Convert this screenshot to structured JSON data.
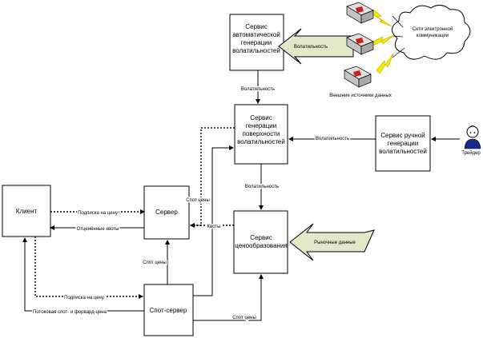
{
  "boxes": {
    "client": "Клиент",
    "server": "Сервер",
    "spot_server": "Спот-сервер",
    "auto_vol": [
      "Сервис",
      "автоматической",
      "генерации",
      "волатильностей"
    ],
    "surface": [
      "Сервис",
      "генерации",
      "поверхности",
      "волатильностей"
    ],
    "manual_vol": [
      "Сервис ручной",
      "генерации",
      "волатильностей"
    ],
    "pricing": [
      "Сервис",
      "ценообразования"
    ]
  },
  "labels": {
    "subscribe_price": "Подписка на цену",
    "quotes_offered": "Отценённые квоты",
    "spot_prices_vert": "Спот цены",
    "quotes": "Квоты",
    "spot_price_vert": "Спот цены",
    "subscribe_price2": "Подписка на цену",
    "stream_spot": "Потоковая спот- и форвард-цена",
    "spot_prices_bottom": "Спот цены",
    "vol_auto_arrow": "Волатильность",
    "vol_down1": "Волатильность",
    "vol_manual_arrow": "Волатильность",
    "vol_down2": "Волатильность",
    "market_data": "Рыночные данные",
    "network": [
      "Сети электронной",
      "коммуникации"
    ],
    "ext_sources": "Внешние источники данных",
    "trader": "Трейдер"
  },
  "colors": {
    "line": "#000000",
    "big_arrow_fill": "#e2e8c8",
    "lightning": "#f5ec00",
    "lightning_stroke": "#c8b400",
    "device_red": "#cc2020",
    "device_gray": "#c4c4c4"
  }
}
